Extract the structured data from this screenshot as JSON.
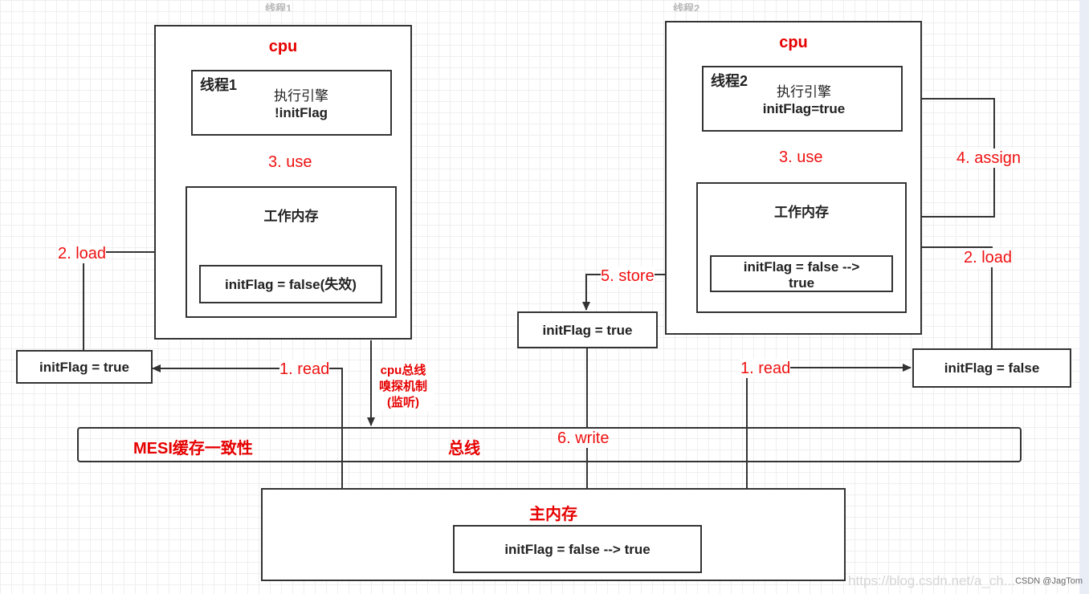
{
  "header": {
    "thread1": "线程1",
    "thread2": "线程2"
  },
  "left_cpu": {
    "title": "cpu",
    "thread_name": "线程1",
    "engine_label": "执行引擎",
    "engine_value": "!initFlag",
    "work_mem_title": "工作内存",
    "work_mem_value": "initFlag = false(失效)"
  },
  "right_cpu": {
    "title": "cpu",
    "thread_name": "线程2",
    "engine_label": "执行引擎",
    "engine_value": "initFlag=true",
    "work_mem_title": "工作内存",
    "work_mem_value_line1": "initFlag = false  -->",
    "work_mem_value_line2": "true"
  },
  "boxes": {
    "left_read": "initFlag = true",
    "store_box": "initFlag = true",
    "right_read": "initFlag = false"
  },
  "bus": {
    "mesi_label": "MESI缓存一致性",
    "bus_label": "总线",
    "snoop_line1": "cpu总线",
    "snoop_line2": "嗅探机制",
    "snoop_line3": "(监听)"
  },
  "main_memory": {
    "title": "主内存",
    "value": "initFlag = false  --> true"
  },
  "ops": {
    "left_use": "3. use",
    "left_load": "2. load",
    "left_read": "1. read",
    "right_use": "3. use",
    "right_assign": "4. assign",
    "right_load": "2. load",
    "right_read": "1. read",
    "store": "5. store",
    "write": "6. write"
  },
  "watermark": "CSDN @JagTom",
  "faint_url": "https://blog.csdn.net/a_ch..."
}
